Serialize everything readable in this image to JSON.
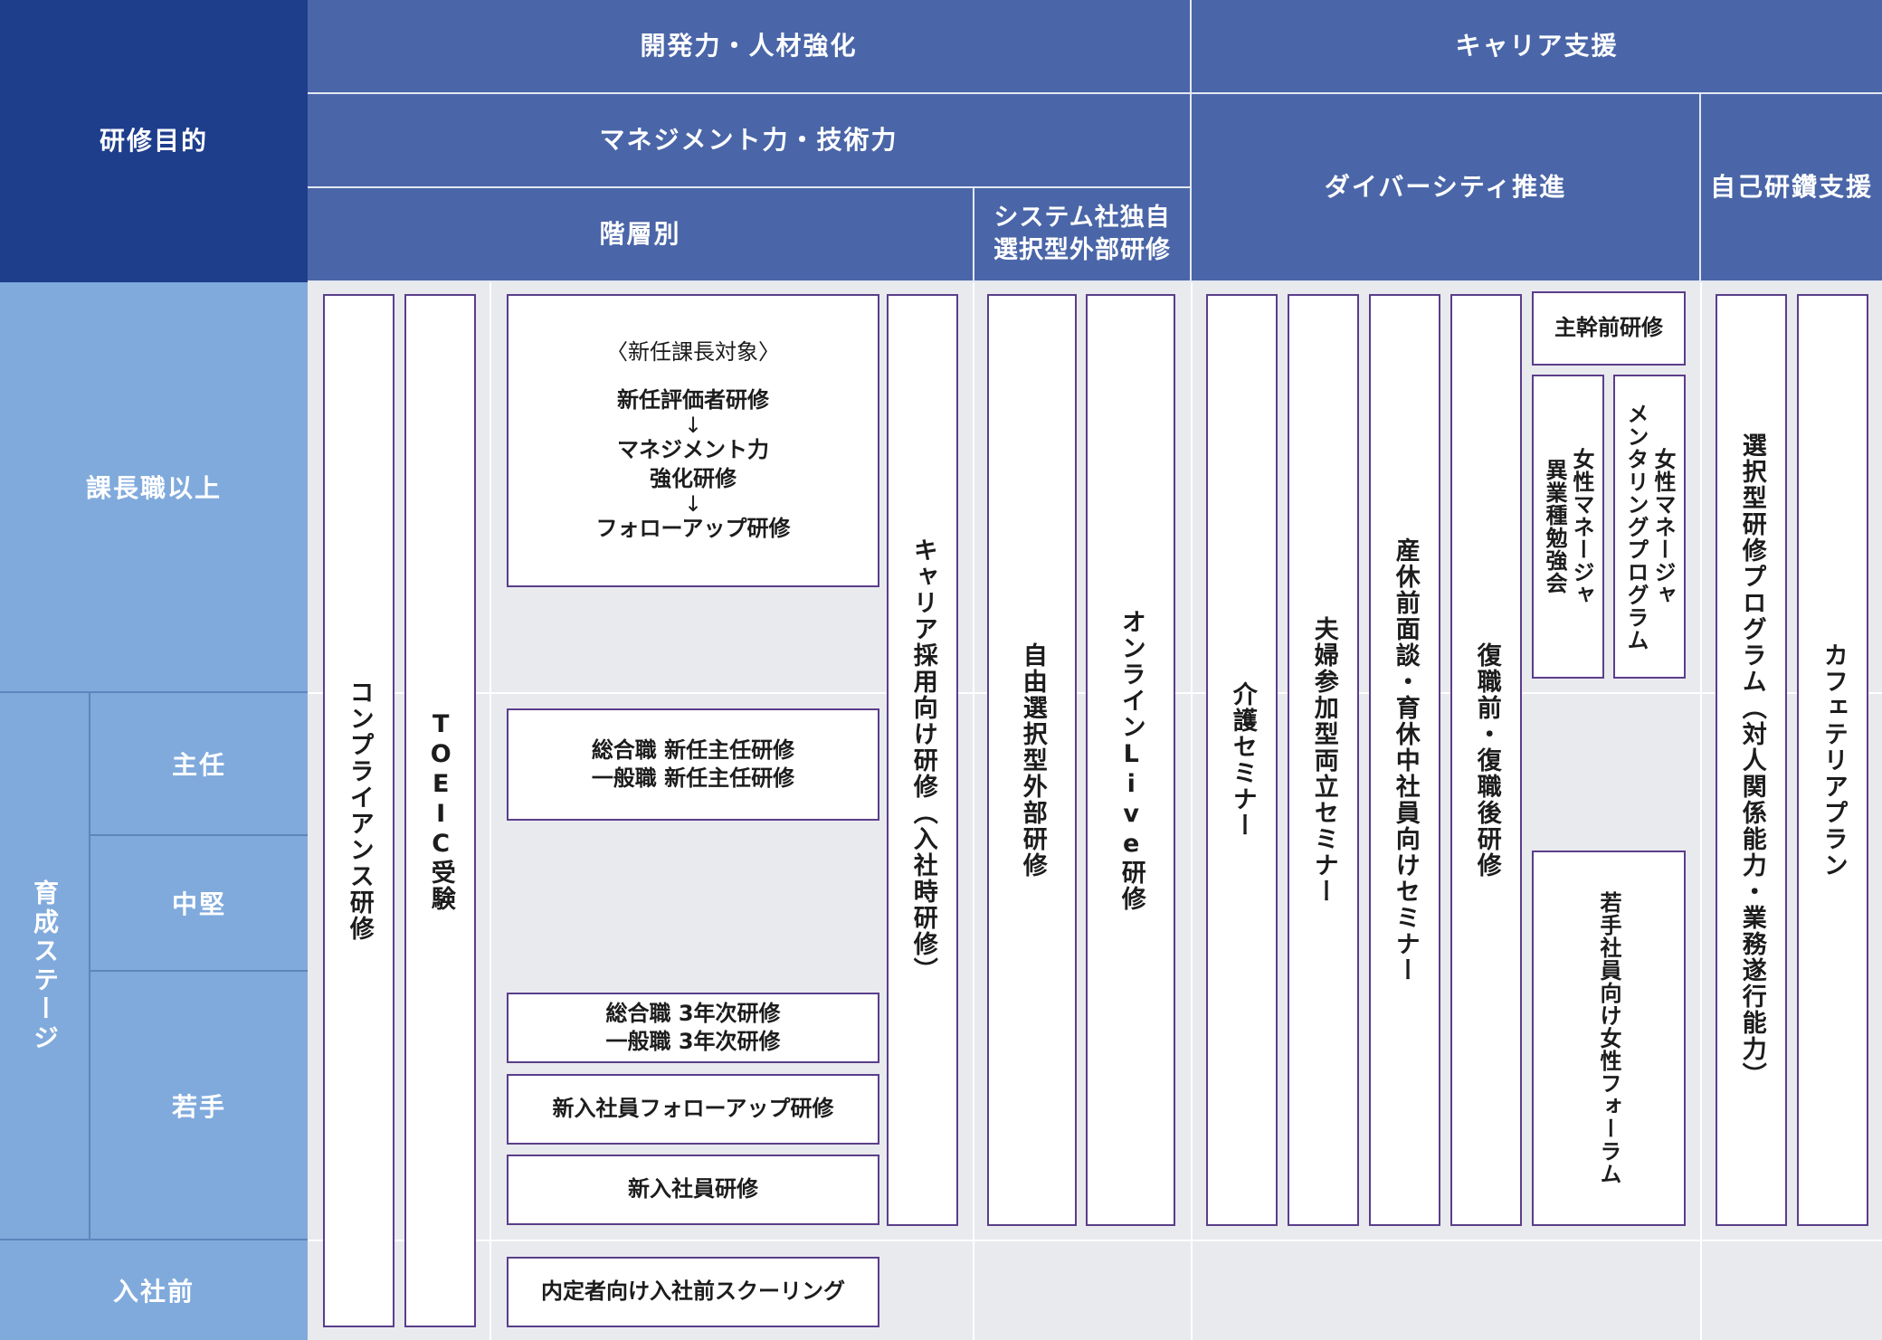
{
  "header": {
    "purpose_label": "研修目的",
    "group1": "開発力・人材強化",
    "group2": "キャリア支援",
    "sub1": "マネジメント力・技術力",
    "sub2": "ダイバーシティ推進",
    "sub3": "自己研鑽支援",
    "sub1a": "階層別",
    "sub1b": "システム社独自\n選択型外部研修"
  },
  "stages": {
    "manager": "課長職以上",
    "growth": "育成ステージ",
    "chief": "主任",
    "mid": "中堅",
    "junior": "若手",
    "pre": "入社前"
  },
  "programs": {
    "compliance": "コンプライアンス研修",
    "toeic": "TOEIC受験",
    "mgmt_note": "〈新任課長対象〉",
    "mgmt_step1": "新任評価者研修",
    "arrow": "↓",
    "mgmt_step2": "マネジメント力\n強化研修",
    "mgmt_step3": "フォローアップ研修",
    "chief_training": "総合職 新任主任研修\n一般職 新任主任研修",
    "third_year": "総合職 3年次研修\n一般職 3年次研修",
    "new_follow": "新入社員フォローアップ研修",
    "new_training": "新入社員研修",
    "pre_schooling": "内定者向け入社前スクーリング",
    "career_hire": "キャリア採用向け研修（入社時研修）",
    "free_external": "自由選択型外部研修",
    "online_live": "オンラインLive研修",
    "care": "介護セミナー",
    "couple": "夫婦参加型両立セミナー",
    "maternity": "産休前面談・育休中社員向けセミナー",
    "return": "復職前・復職後研修",
    "pre_senior": "主幹前研修",
    "women_study": "女性マネージャ\n異業種勉強会",
    "women_mentor": "女性マネージャ\nメンタリングプログラム",
    "young_women": "若手社員向け女性フォーラム",
    "selective": "選択型研修プログラム（対人関係能力・業務遂行能力）",
    "cafeteria": "カフェテリアプラン"
  }
}
